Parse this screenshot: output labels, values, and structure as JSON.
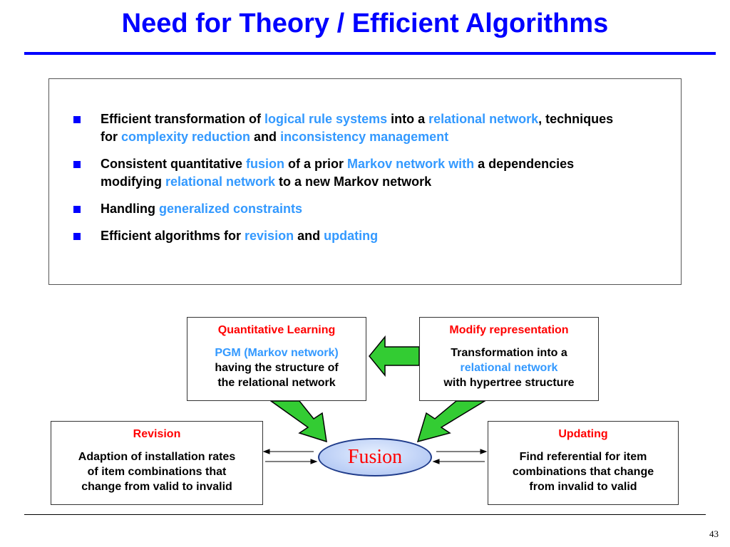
{
  "slide": {
    "title": "Need for Theory / Efficient Algorithms",
    "page_number": "43"
  },
  "bullets": [
    {
      "parts": [
        {
          "text": "Efficient transformation of ",
          "hl": false
        },
        {
          "text": "logical rule systems",
          "hl": true
        },
        {
          "text": " into a ",
          "hl": false
        },
        {
          "text": "relational network",
          "hl": true
        },
        {
          "text": ",  techniques for ",
          "hl": false
        },
        {
          "text": "complexity reduction",
          "hl": true
        },
        {
          "text": " and ",
          "hl": false
        },
        {
          "text": "inconsistency management",
          "hl": true
        }
      ]
    },
    {
      "parts": [
        {
          "text": "Consistent quantitative ",
          "hl": false
        },
        {
          "text": "fusion",
          "hl": true
        },
        {
          "text": " of a prior ",
          "hl": false
        },
        {
          "text": "Markov network with",
          "hl": true
        },
        {
          "text": " a dependencies modifying ",
          "hl": false
        },
        {
          "text": "relational network",
          "hl": true
        },
        {
          "text": " to a new Markov network",
          "hl": false
        }
      ]
    },
    {
      "parts": [
        {
          "text": "Handling ",
          "hl": false
        },
        {
          "text": "generalized constraints",
          "hl": true
        }
      ]
    },
    {
      "parts": [
        {
          "text": "Efficient algorithms for ",
          "hl": false
        },
        {
          "text": "revision",
          "hl": true
        },
        {
          "text": " and ",
          "hl": false
        },
        {
          "text": "updating",
          "hl": true
        }
      ]
    }
  ],
  "diagram": {
    "quant": {
      "heading": "Quantitative Learning",
      "line1": "PGM (Markov network)",
      "line2": "having the structure of",
      "line3": "the relational network"
    },
    "modify": {
      "heading": "Modify representation",
      "line1": "Transformation into a",
      "line2": "relational network",
      "line3": "with hypertree structure"
    },
    "revision": {
      "heading": "Revision",
      "line1": "Adaption of installation rates",
      "line2": "of item combinations that",
      "line3": "change from valid to invalid"
    },
    "updating": {
      "heading": "Updating",
      "line1": "Find referential for item",
      "line2": "combinations that change",
      "line3": "from invalid to valid"
    },
    "fusion_label": "Fusion"
  },
  "colors": {
    "title": "#0000ff",
    "highlight": "#3399ff",
    "heading": "#ff0000",
    "arrow_fill": "#33cc33",
    "arrow_stroke": "#000000"
  }
}
